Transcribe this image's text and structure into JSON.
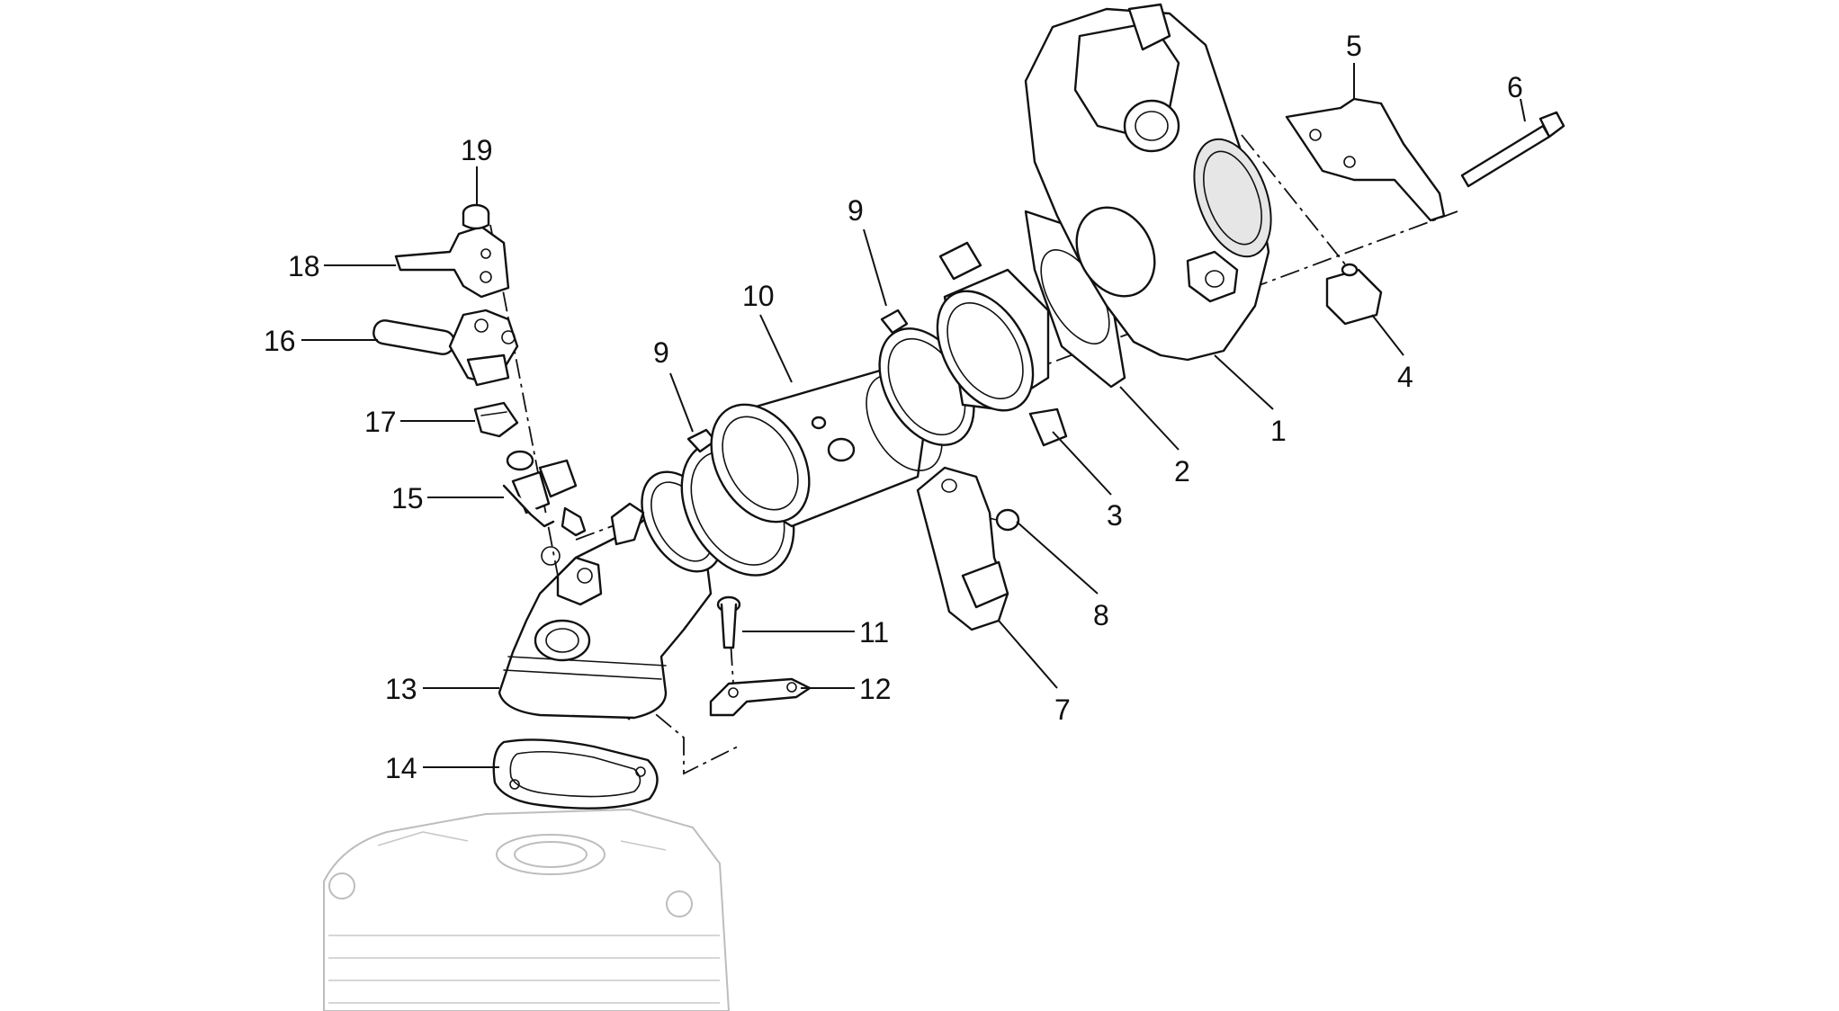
{
  "diagram": {
    "callouts": [
      {
        "id": "1",
        "text": "1"
      },
      {
        "id": "2",
        "text": "2"
      },
      {
        "id": "3",
        "text": "3"
      },
      {
        "id": "4",
        "text": "4"
      },
      {
        "id": "5",
        "text": "5"
      },
      {
        "id": "6",
        "text": "6"
      },
      {
        "id": "7",
        "text": "7"
      },
      {
        "id": "8",
        "text": "8"
      },
      {
        "id": "9a",
        "text": "9"
      },
      {
        "id": "9b",
        "text": "9"
      },
      {
        "id": "10",
        "text": "10"
      },
      {
        "id": "11",
        "text": "11"
      },
      {
        "id": "12",
        "text": "12"
      },
      {
        "id": "13",
        "text": "13"
      },
      {
        "id": "14",
        "text": "14"
      },
      {
        "id": "15",
        "text": "15"
      },
      {
        "id": "16",
        "text": "16"
      },
      {
        "id": "17",
        "text": "17"
      },
      {
        "id": "18",
        "text": "18"
      },
      {
        "id": "19",
        "text": "19"
      }
    ]
  }
}
